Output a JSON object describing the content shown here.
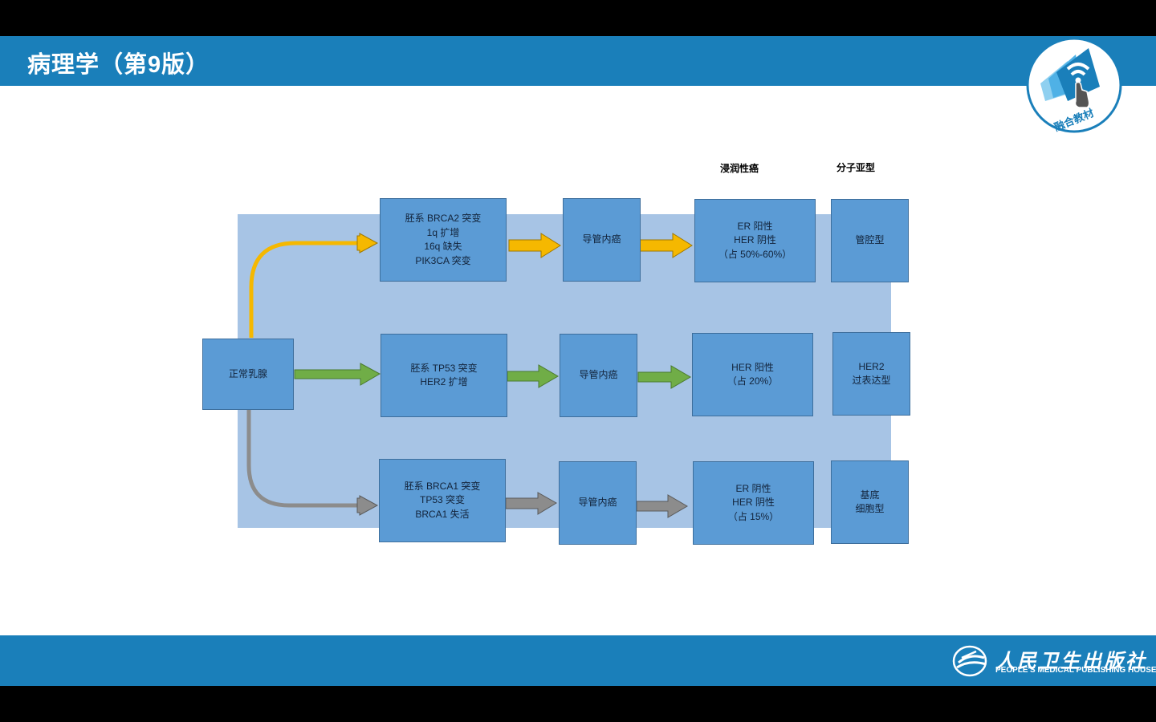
{
  "header": {
    "title": "病理学（第9版）"
  },
  "badge": {
    "label": "融合教材"
  },
  "footer": {
    "publisher_cn": "人民卫生出版社",
    "publisher_en": "PEOPLE'S MEDICAL PUBLISHING HOUSE"
  },
  "columns": {
    "invasive": "浸润性癌",
    "subtype": "分子亚型"
  },
  "start": {
    "label": "正常乳腺"
  },
  "rows": [
    {
      "alterations": [
        "胚系 BRCA2 突变",
        "1q 扩增",
        "16q 缺失",
        "PIK3CA 突变"
      ],
      "dcis": "导管内癌",
      "invasive": [
        "ER 阳性",
        "HER 阴性",
        "（占 50%-60%）"
      ],
      "subtype": [
        "管腔型"
      ]
    },
    {
      "alterations": [
        "胚系 TP53 突变",
        "HER2 扩增"
      ],
      "dcis": "导管内癌",
      "invasive": [
        "HER 阳性",
        "（占 20%）"
      ],
      "subtype": [
        "HER2",
        "过表达型"
      ]
    },
    {
      "alterations": [
        "胚系 BRCA1 突变",
        "TP53 突变",
        "BRCA1 失活"
      ],
      "dcis": "导管内癌",
      "invasive": [
        "ER 阴性",
        "HER 阴性",
        "（占 15%）"
      ],
      "subtype": [
        "基底",
        "细胞型"
      ]
    }
  ],
  "colors": {
    "header": "#1a7fba",
    "box": "#5b9bd5",
    "panel": "#a7c4e5",
    "arrow_row1": "#f5b800",
    "arrow_row2": "#70ad47",
    "arrow_row3": "#8c8c8c"
  }
}
